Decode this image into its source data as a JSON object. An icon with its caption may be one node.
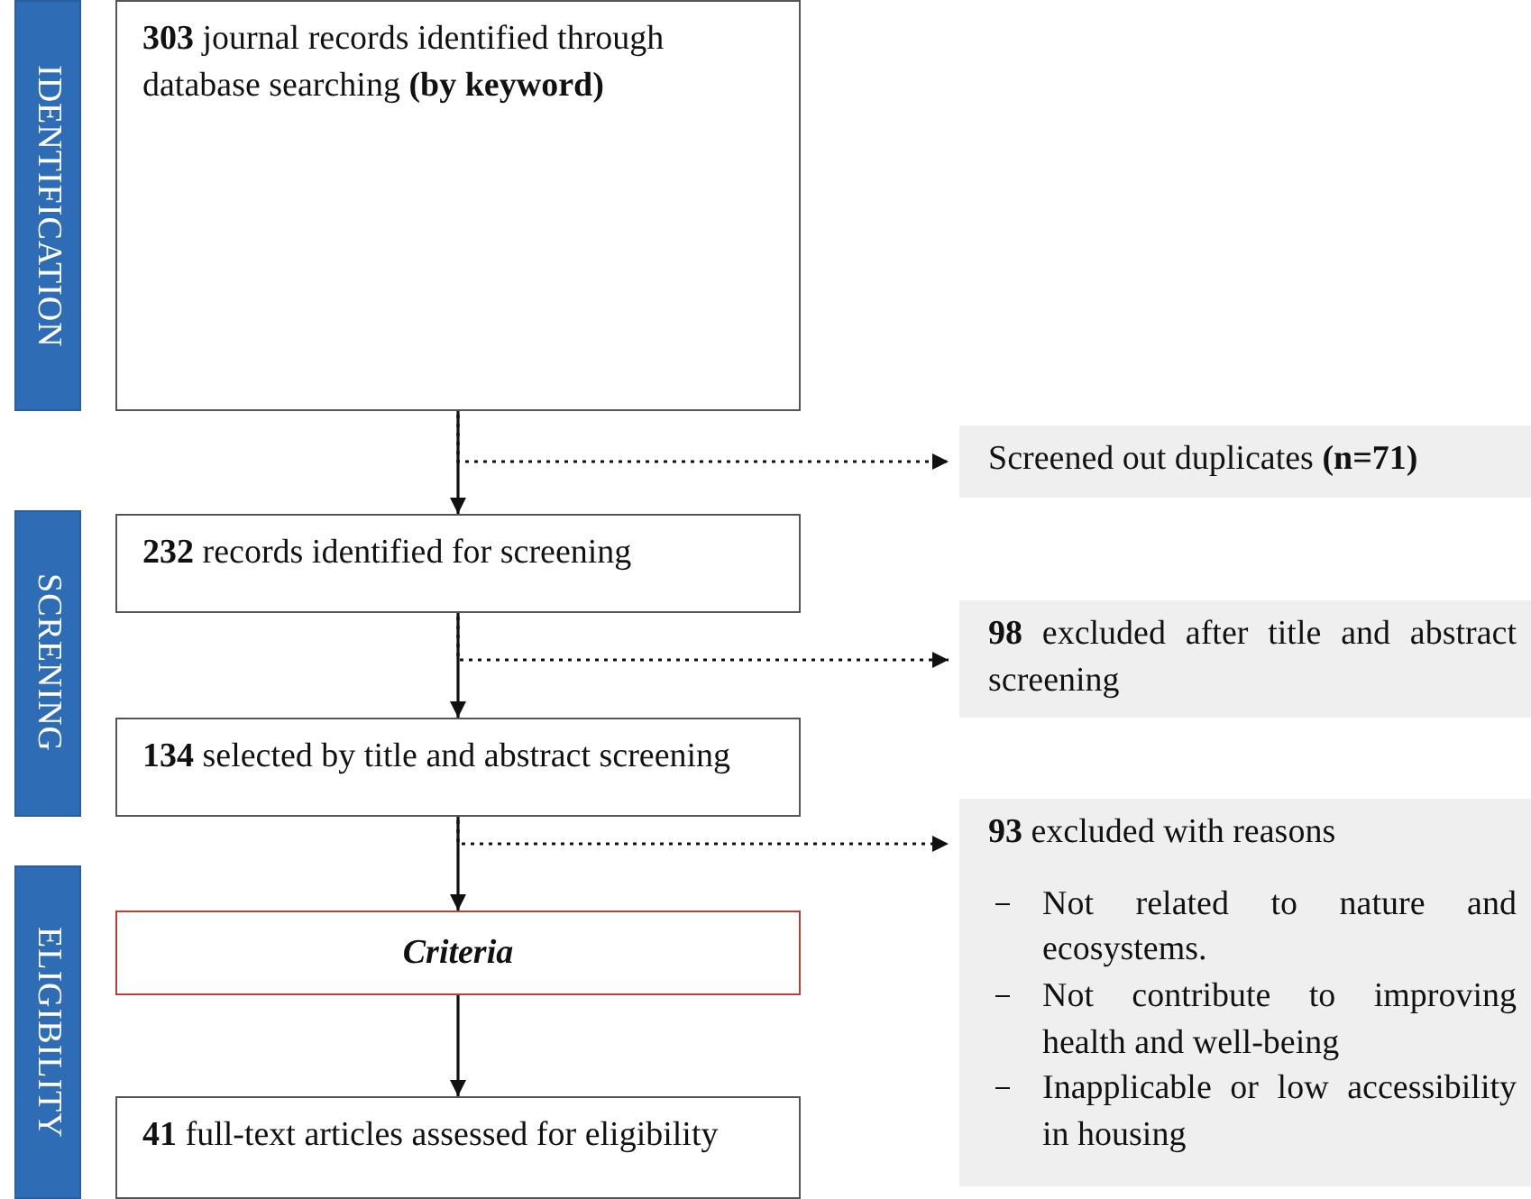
{
  "diagram": {
    "nodes": [
      {
        "text": [
          "IDENTIFICATION"
        ]
      },
      {
        "text": [
          "**303** journal records identified through database searching **(by keyword)**"
        ]
      },
      {
        "text": [
          "Screened out duplicates **(n=71)**"
        ]
      },
      {
        "text": [
          "SCRENING"
        ]
      },
      {
        "text": [
          "**232** records identified for screening"
        ]
      },
      {
        "text": [
          "**98** excluded after title and abstract screening"
        ]
      },
      {
        "text": [
          "**134** selected by title and abstract screening"
        ]
      },
      {
        "text": [
          "ELIGIBILITY"
        ]
      },
      {
        "text": [
          "**93** excluded with reasons",
          "Not related to nature and ecosystems.",
          "Not contribute to improving health and well-being",
          "Inapplicable or low accessibility in housing"
        ]
      },
      {
        "text": [
          "Criteria"
        ]
      },
      {
        "text": [
          "**41** full-text articles assessed for eligibility"
        ]
      }
    ],
    "edges": [
      {
        "from": 1,
        "to": 4,
        "arrow": "to"
      },
      {
        "from": 1,
        "to": 2,
        "arrow": "to",
        "style": "dashed"
      },
      {
        "from": 4,
        "to": 6,
        "arrow": "to"
      },
      {
        "from": 4,
        "to": 5,
        "arrow": "to",
        "style": "dashed"
      },
      {
        "from": 6,
        "to": 9,
        "arrow": "to"
      },
      {
        "from": 6,
        "to": 8,
        "arrow": "to",
        "style": "dashed"
      },
      {
        "from": 9,
        "to": 10,
        "arrow": "to"
      }
    ]
  }
}
